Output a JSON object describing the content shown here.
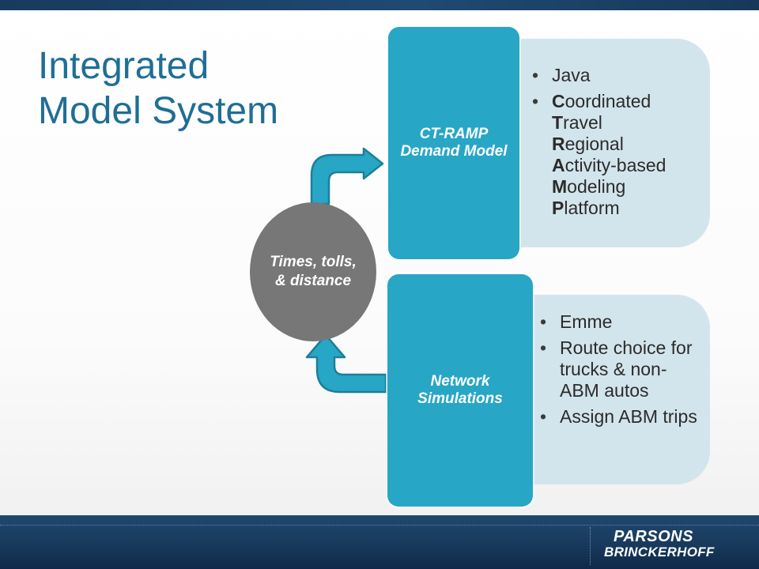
{
  "title": {
    "line1": "Integrated",
    "line2": "Model System"
  },
  "hub": {
    "label": "Times, tolls, & distance"
  },
  "demand": {
    "label": "CT-RAMP Demand Model",
    "bullets": [
      {
        "text": "Java"
      },
      {
        "cap": "C",
        "rest": "oordinated"
      },
      {
        "cap": "T",
        "rest": "ravel"
      },
      {
        "cap": "R",
        "rest": "egional"
      },
      {
        "cap": "A",
        "rest": "ctivity-based"
      },
      {
        "cap": "M",
        "rest": "odeling"
      },
      {
        "cap": "P",
        "rest": "latform"
      }
    ]
  },
  "network": {
    "label": "Network Simulations",
    "bullets": [
      "Emme",
      "Route choice for trucks & non-ABM autos",
      "Assign ABM trips"
    ]
  },
  "logo": {
    "line1": "PARSONS",
    "line2": "BRINCKERHOFF"
  },
  "colors": {
    "title": "#1f6e96",
    "accent_box": "#27a6c6",
    "panel": "#d3e5ec",
    "hub": "#777777",
    "arrow": "#27a6c6",
    "bar": "#1a3d60"
  }
}
